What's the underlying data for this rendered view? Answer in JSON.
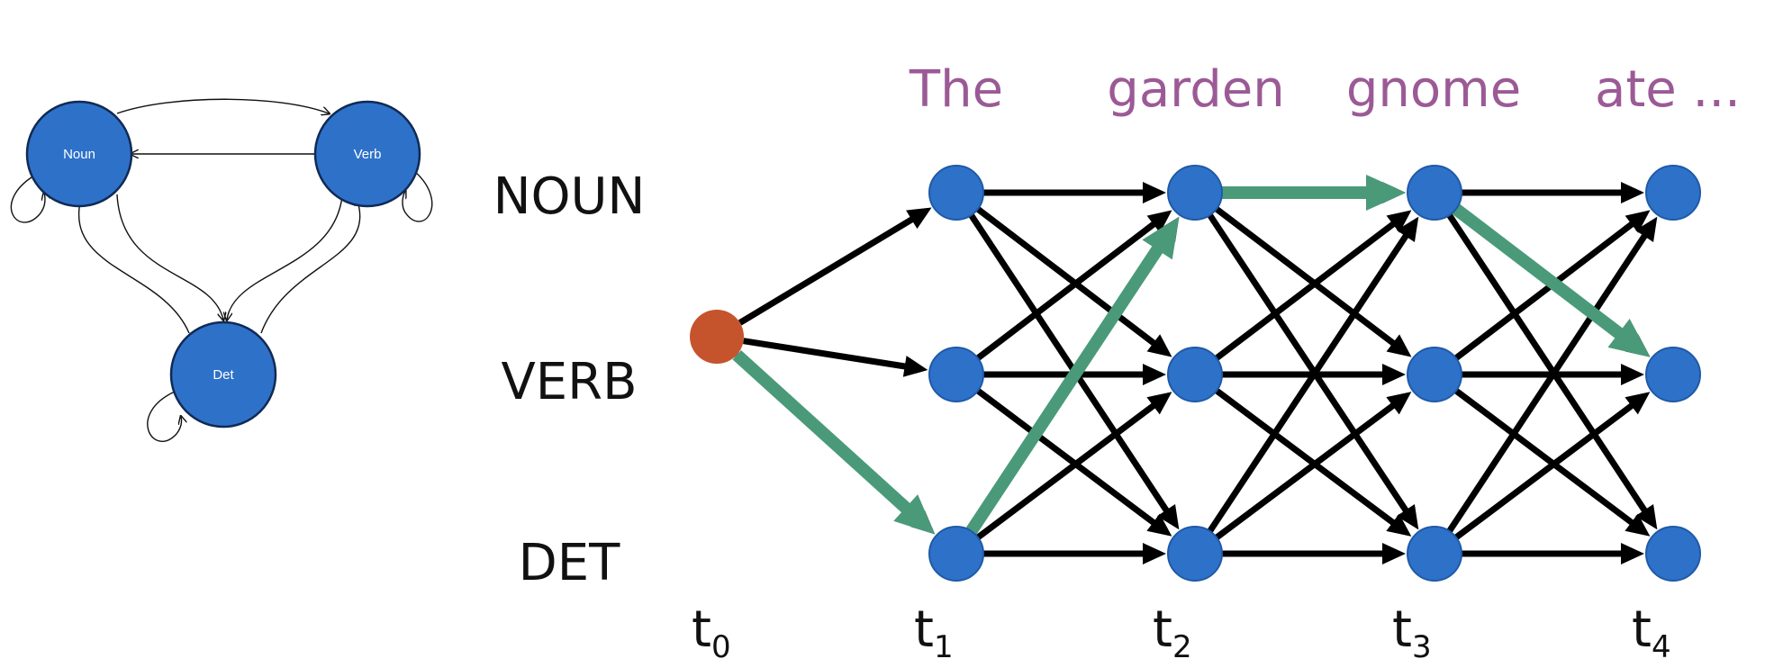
{
  "fsm": {
    "states": {
      "noun": "Noun",
      "verb": "Verb",
      "det": "Det"
    }
  },
  "trellis": {
    "rows": [
      "NOUN",
      "VERB",
      "DET"
    ],
    "words": [
      "The",
      "garden",
      "gnome",
      "ate ..."
    ],
    "times": [
      {
        "base": "t",
        "sub": "0"
      },
      {
        "base": "t",
        "sub": "1"
      },
      {
        "base": "t",
        "sub": "2"
      },
      {
        "base": "t",
        "sub": "3"
      },
      {
        "base": "t",
        "sub": "4"
      }
    ],
    "highlighted_path": [
      "start",
      "DET",
      "NOUN",
      "NOUN",
      "VERB"
    ]
  },
  "colors": {
    "node": "#2e71c9",
    "node_stroke": "#1f5aa6",
    "fsm_node_stroke": "#102a55",
    "start_node": "#c5542c",
    "edge": "#000000",
    "path": "#4a9a7a",
    "word": "#9b5a96"
  }
}
